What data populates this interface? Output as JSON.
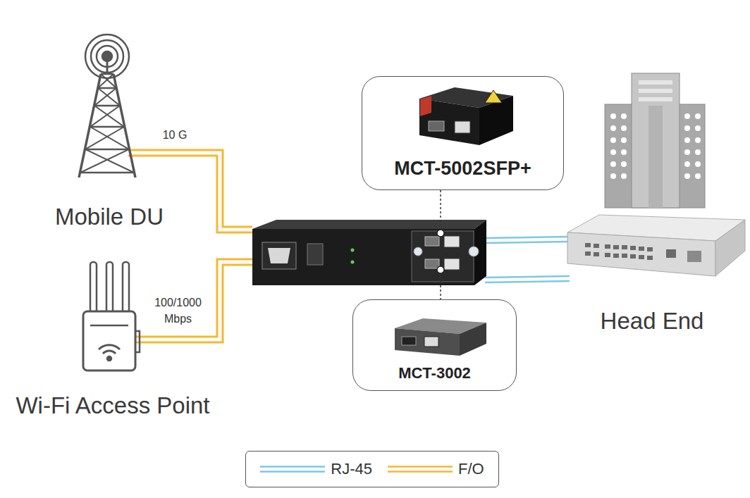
{
  "diagram": {
    "nodes": [
      {
        "text": [
          "Mobile DU"
        ]
      },
      {
        "text": [
          "Wi-Fi Access Point"
        ]
      },
      {
        "text": [
          "MCT-5002SFP+"
        ]
      },
      {
        "text": [
          "MCT-3002"
        ]
      },
      {
        "text": [
          "Head End"
        ]
      }
    ],
    "labels": [
      "10 G",
      "100/1000 Mbps"
    ],
    "legend": [
      {
        "text": "RJ-45"
      },
      {
        "text": "F/O"
      }
    ]
  }
}
